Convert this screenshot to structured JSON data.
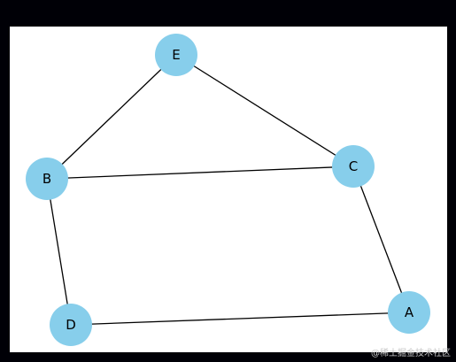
{
  "graph": {
    "nodes": [
      {
        "id": "E",
        "label": "E"
      },
      {
        "id": "B",
        "label": "B"
      },
      {
        "id": "C",
        "label": "C"
      },
      {
        "id": "D",
        "label": "D"
      },
      {
        "id": "A",
        "label": "A"
      }
    ],
    "edges": [
      {
        "from": "E",
        "to": "B"
      },
      {
        "from": "E",
        "to": "C"
      },
      {
        "from": "B",
        "to": "C"
      },
      {
        "from": "B",
        "to": "D"
      },
      {
        "from": "D",
        "to": "A"
      },
      {
        "from": "C",
        "to": "A"
      }
    ],
    "colors": {
      "node_fill": "#87ceeb",
      "edge": "#000000",
      "background": "#ffffff",
      "frame": "#000006"
    }
  },
  "watermark": "@稀土掘金技术社区"
}
